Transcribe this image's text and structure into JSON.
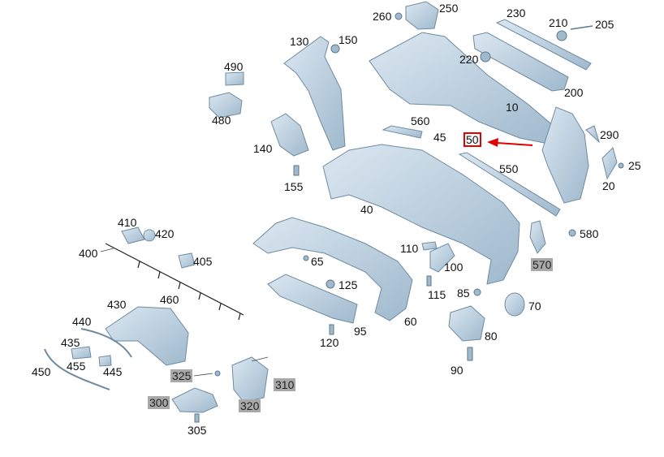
{
  "labels": [
    {
      "id": "10",
      "text": "10"
    },
    {
      "id": "20",
      "text": "20"
    },
    {
      "id": "25",
      "text": "25"
    },
    {
      "id": "40",
      "text": "40"
    },
    {
      "id": "45",
      "text": "45"
    },
    {
      "id": "50",
      "text": "50",
      "boxed": true
    },
    {
      "id": "60",
      "text": "60"
    },
    {
      "id": "65",
      "text": "65"
    },
    {
      "id": "70",
      "text": "70"
    },
    {
      "id": "80",
      "text": "80"
    },
    {
      "id": "85",
      "text": "85"
    },
    {
      "id": "90",
      "text": "90"
    },
    {
      "id": "95",
      "text": "95"
    },
    {
      "id": "100",
      "text": "100"
    },
    {
      "id": "110",
      "text": "110"
    },
    {
      "id": "115",
      "text": "115"
    },
    {
      "id": "120",
      "text": "120"
    },
    {
      "id": "125",
      "text": "125"
    },
    {
      "id": "130",
      "text": "130"
    },
    {
      "id": "140",
      "text": "140"
    },
    {
      "id": "150",
      "text": "150"
    },
    {
      "id": "155",
      "text": "155"
    },
    {
      "id": "200",
      "text": "200"
    },
    {
      "id": "205",
      "text": "205"
    },
    {
      "id": "210",
      "text": "210"
    },
    {
      "id": "220",
      "text": "220"
    },
    {
      "id": "230",
      "text": "230"
    },
    {
      "id": "250",
      "text": "250"
    },
    {
      "id": "260",
      "text": "260"
    },
    {
      "id": "290",
      "text": "290"
    },
    {
      "id": "300",
      "text": "300",
      "highlight": true
    },
    {
      "id": "305",
      "text": "305"
    },
    {
      "id": "310",
      "text": "310",
      "highlight": true
    },
    {
      "id": "320",
      "text": "320",
      "highlight": true
    },
    {
      "id": "325",
      "text": "325",
      "highlight": true
    },
    {
      "id": "400",
      "text": "400"
    },
    {
      "id": "405",
      "text": "405"
    },
    {
      "id": "410",
      "text": "410"
    },
    {
      "id": "420",
      "text": "420"
    },
    {
      "id": "430",
      "text": "430"
    },
    {
      "id": "435",
      "text": "435"
    },
    {
      "id": "440",
      "text": "440"
    },
    {
      "id": "445",
      "text": "445"
    },
    {
      "id": "450",
      "text": "450"
    },
    {
      "id": "455",
      "text": "455"
    },
    {
      "id": "460",
      "text": "460"
    },
    {
      "id": "480",
      "text": "480"
    },
    {
      "id": "490",
      "text": "490"
    },
    {
      "id": "550",
      "text": "550"
    },
    {
      "id": "560",
      "text": "560"
    },
    {
      "id": "570",
      "text": "570",
      "highlight": true
    },
    {
      "id": "580",
      "text": "580"
    }
  ],
  "colors": {
    "part_fill": "#c7d8e6",
    "part_stroke": "#6f8aa0",
    "highlight_bg": "#a9a9a9",
    "arrow": "#e00000",
    "leader": "#444444"
  }
}
